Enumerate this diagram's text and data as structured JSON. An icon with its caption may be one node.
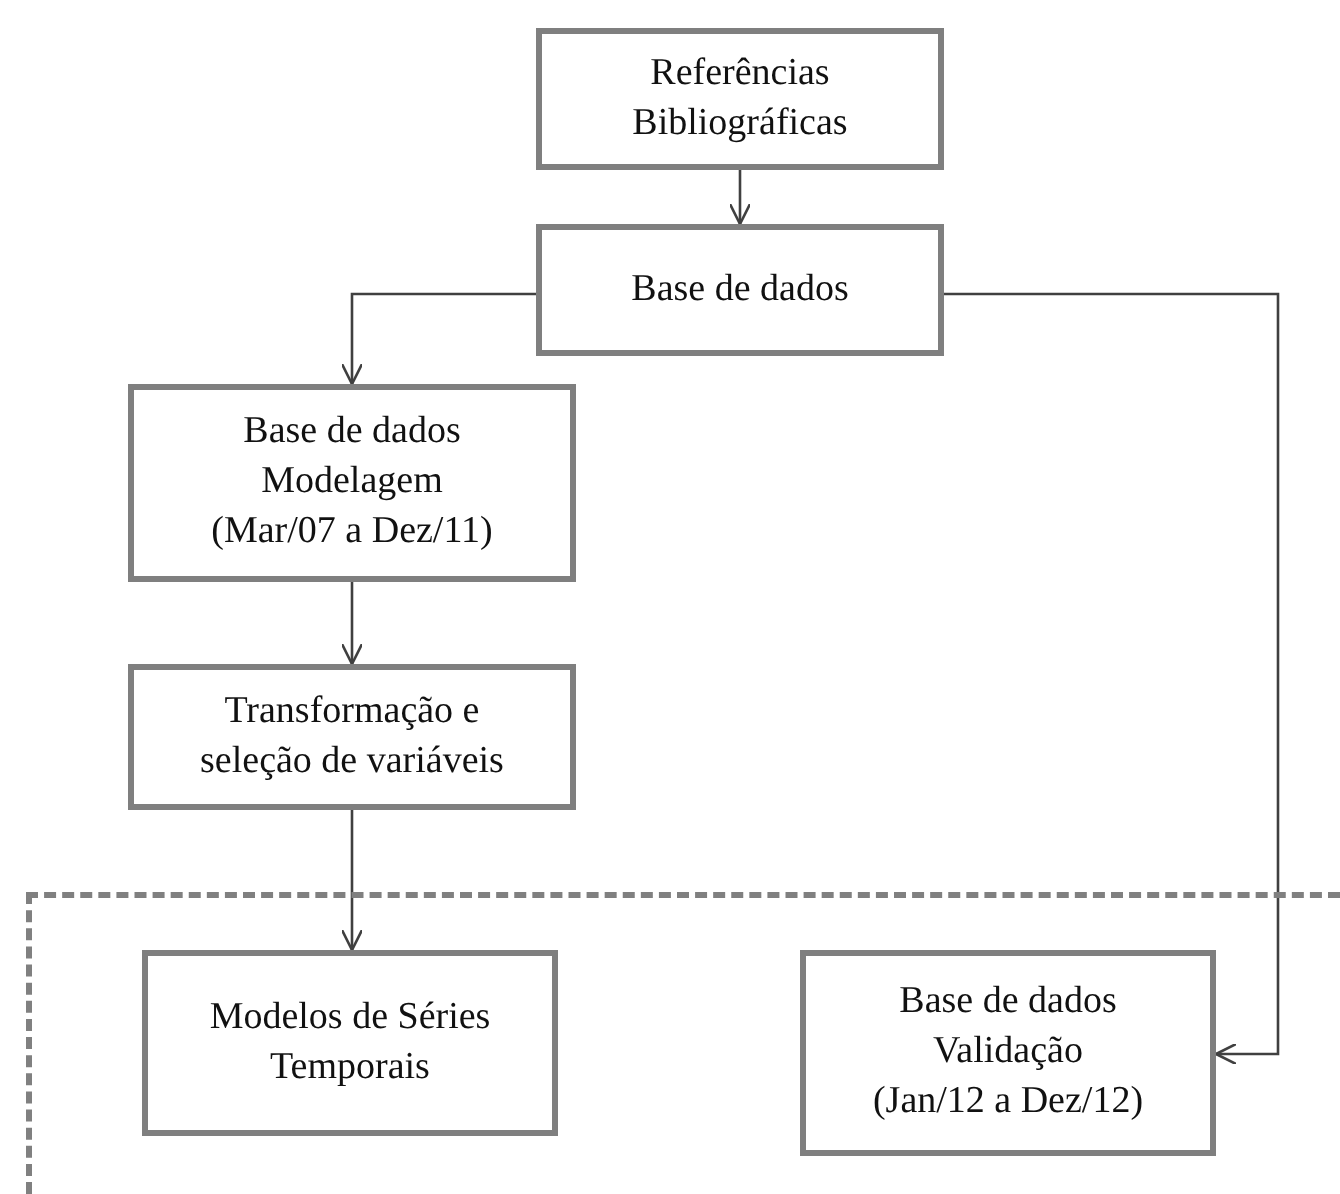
{
  "diagram": {
    "nodes": [
      {
        "text": [
          "Referências Bibliográficas"
        ]
      },
      {
        "text": [
          "Base de dados"
        ]
      },
      {
        "text": [
          "Base de dados",
          "Modelagem",
          "(Mar/07 a Dez/11)"
        ]
      },
      {
        "text": [
          "Transformação e seleção de variáveis"
        ]
      },
      {
        "text": [],
        "shape": "box"
      },
      {
        "text": [
          "Modelos de Séries Temporais"
        ],
        "in": 4
      },
      {
        "text": [
          "Base de dados",
          "Validação",
          "(Jan/12 a Dez/12)"
        ],
        "in": 4
      }
    ],
    "edges": [
      {
        "from": 0,
        "to": 1,
        "arrow": "to"
      },
      {
        "from": 1,
        "to": 2,
        "arrow": "to"
      },
      {
        "from": 1,
        "to": 6,
        "arrow": "to"
      },
      {
        "from": 2,
        "to": 3,
        "arrow": "to"
      },
      {
        "from": 3,
        "to": 5,
        "arrow": "to"
      }
    ]
  }
}
